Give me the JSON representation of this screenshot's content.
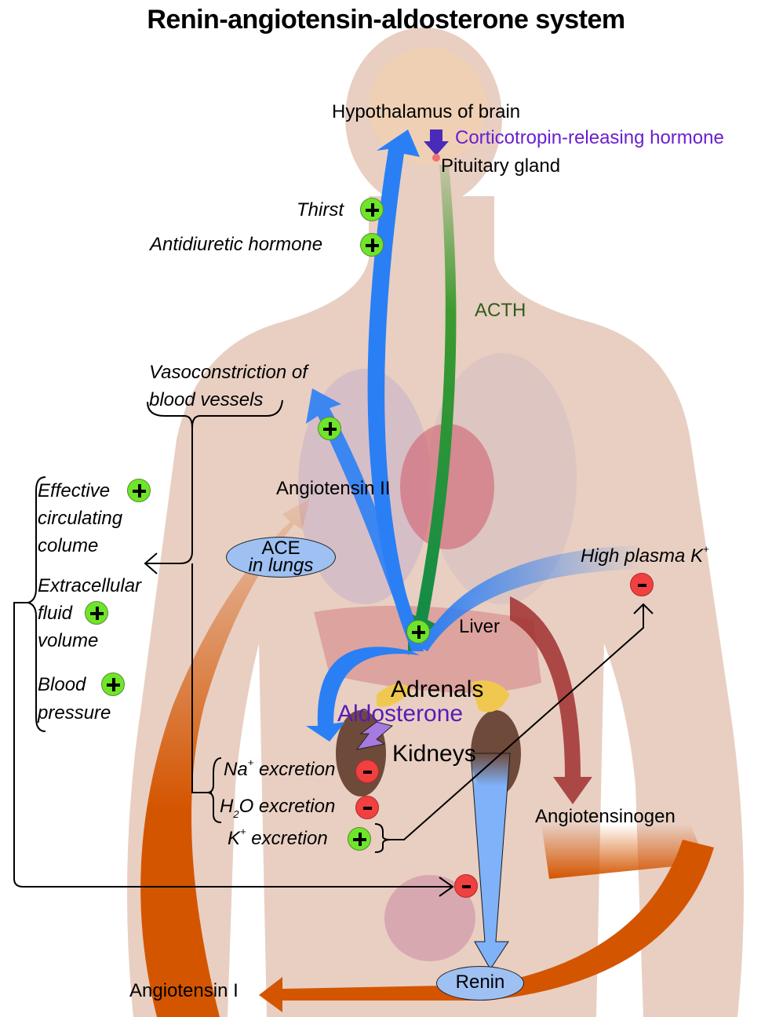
{
  "title": "Renin-angiotensin-aldosterone system",
  "labels": {
    "hypothalamus": "Hypothalamus of brain",
    "crh": "Corticotropin-releasing hormone",
    "pituitary": "Pituitary gland",
    "thirst": "Thirst",
    "adh": "Antidiuretic hormone",
    "acth": "ACTH",
    "vasoconstriction": "Vasoconstriction of",
    "vasoconstriction_2": "blood vessels",
    "angiotensin_ii": "Angiotensin II",
    "ace_1": "ACE",
    "ace_2": "in lungs",
    "high_plasma_k": "High plasma K",
    "k_sup": "+",
    "liver": "Liver",
    "adrenals": "Adrenals",
    "aldosterone": "Aldosterone",
    "kidneys": "Kidneys",
    "angiotensinogen": "Angiotensinogen",
    "renin": "Renin",
    "angiotensin_i": "Angiotensin I"
  },
  "effects_left": {
    "effective_1": "Effective",
    "effective_2": "circulating",
    "effective_3": "colume",
    "ecf_1": "Extracellular",
    "ecf_2": "fluid",
    "ecf_3": "volume",
    "bp_1": "Blood",
    "bp_2": "pressure"
  },
  "excretion": {
    "na_pre": "Na",
    "na_sup": "+",
    "na_post": " excretion",
    "h2o_pre": "H",
    "h2o_sub": "2",
    "h2o_post": "O excretion",
    "k_pre": "K",
    "k_sup": "+",
    "k_post": " excretion"
  },
  "signs": {
    "thirst": "+",
    "adh": "+",
    "vasoconstriction": "+",
    "effective": "+",
    "ecf": "+",
    "bp": "+",
    "liver": "+",
    "high_k": "-",
    "na_excretion": "-",
    "h2o_excretion": "-",
    "k_excretion": "+",
    "renin_inhibit": "-"
  },
  "colors": {
    "angiotensin_ii_arrow": "#2a7ff5",
    "acth_arrow": "#3d9a2e",
    "crh_arrow": "#4a2ab8",
    "orange_arrow": "#d45500",
    "angiotensinogen_arrow": "#a03030",
    "renin_arrow": "#7fb2f8",
    "body": "#e8cfc2"
  }
}
